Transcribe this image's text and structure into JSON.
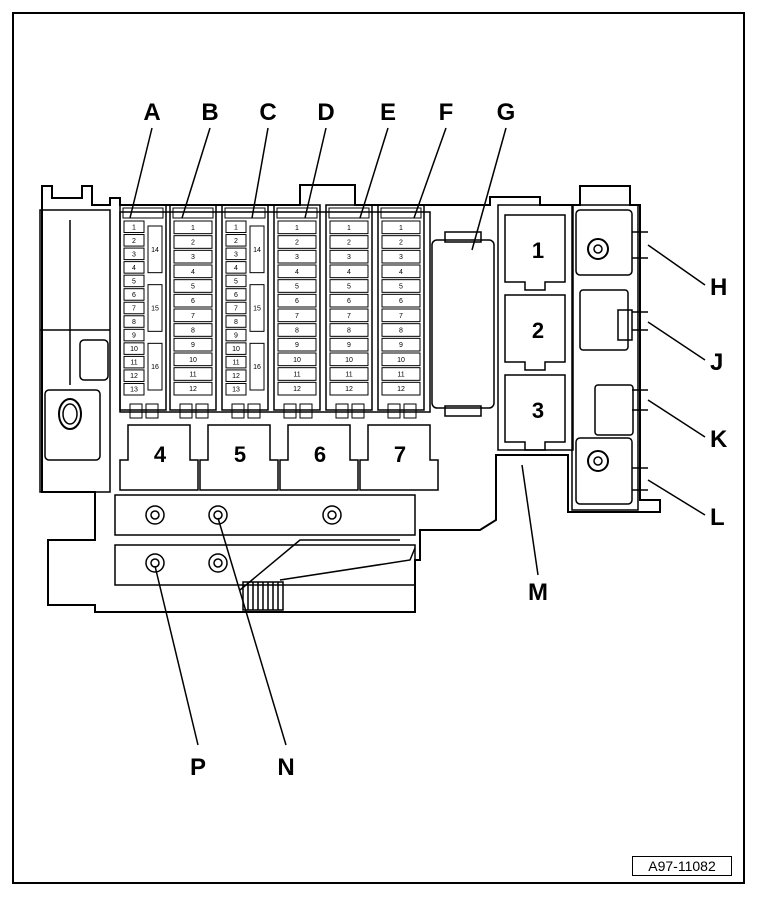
{
  "callouts": [
    "A",
    "B",
    "C",
    "D",
    "E",
    "F",
    "G",
    "H",
    "J",
    "K",
    "L",
    "M",
    "N",
    "P"
  ],
  "fuse_columns": [
    {
      "label": "A",
      "numbers": [
        "1",
        "2",
        "3",
        "4",
        "5",
        "6",
        "7",
        "8",
        "9",
        "10",
        "11",
        "12",
        "13"
      ],
      "side_numbers": [
        "14",
        "15",
        "16"
      ]
    },
    {
      "label": "B",
      "numbers": [
        "1",
        "2",
        "3",
        "4",
        "5",
        "6",
        "7",
        "8",
        "9",
        "10",
        "11",
        "12"
      ],
      "side_numbers": []
    },
    {
      "label": "C",
      "numbers": [
        "1",
        "2",
        "3",
        "4",
        "5",
        "6",
        "7",
        "8",
        "9",
        "10",
        "11",
        "12",
        "13"
      ],
      "side_numbers": [
        "14",
        "15",
        "16"
      ]
    },
    {
      "label": "D",
      "numbers": [
        "1",
        "2",
        "3",
        "4",
        "5",
        "6",
        "7",
        "8",
        "9",
        "10",
        "11",
        "12"
      ],
      "side_numbers": []
    },
    {
      "label": "E",
      "numbers": [
        "1",
        "2",
        "3",
        "4",
        "5",
        "6",
        "7",
        "8",
        "9",
        "10",
        "11",
        "12"
      ],
      "side_numbers": []
    },
    {
      "label": "F",
      "numbers": [
        "1",
        "2",
        "3",
        "4",
        "5",
        "6",
        "7",
        "8",
        "9",
        "10",
        "11",
        "12"
      ],
      "side_numbers": []
    }
  ],
  "relays_right": [
    "1",
    "2",
    "3"
  ],
  "relays_bottom": [
    "4",
    "5",
    "6",
    "7"
  ],
  "reference": "A97-11082"
}
